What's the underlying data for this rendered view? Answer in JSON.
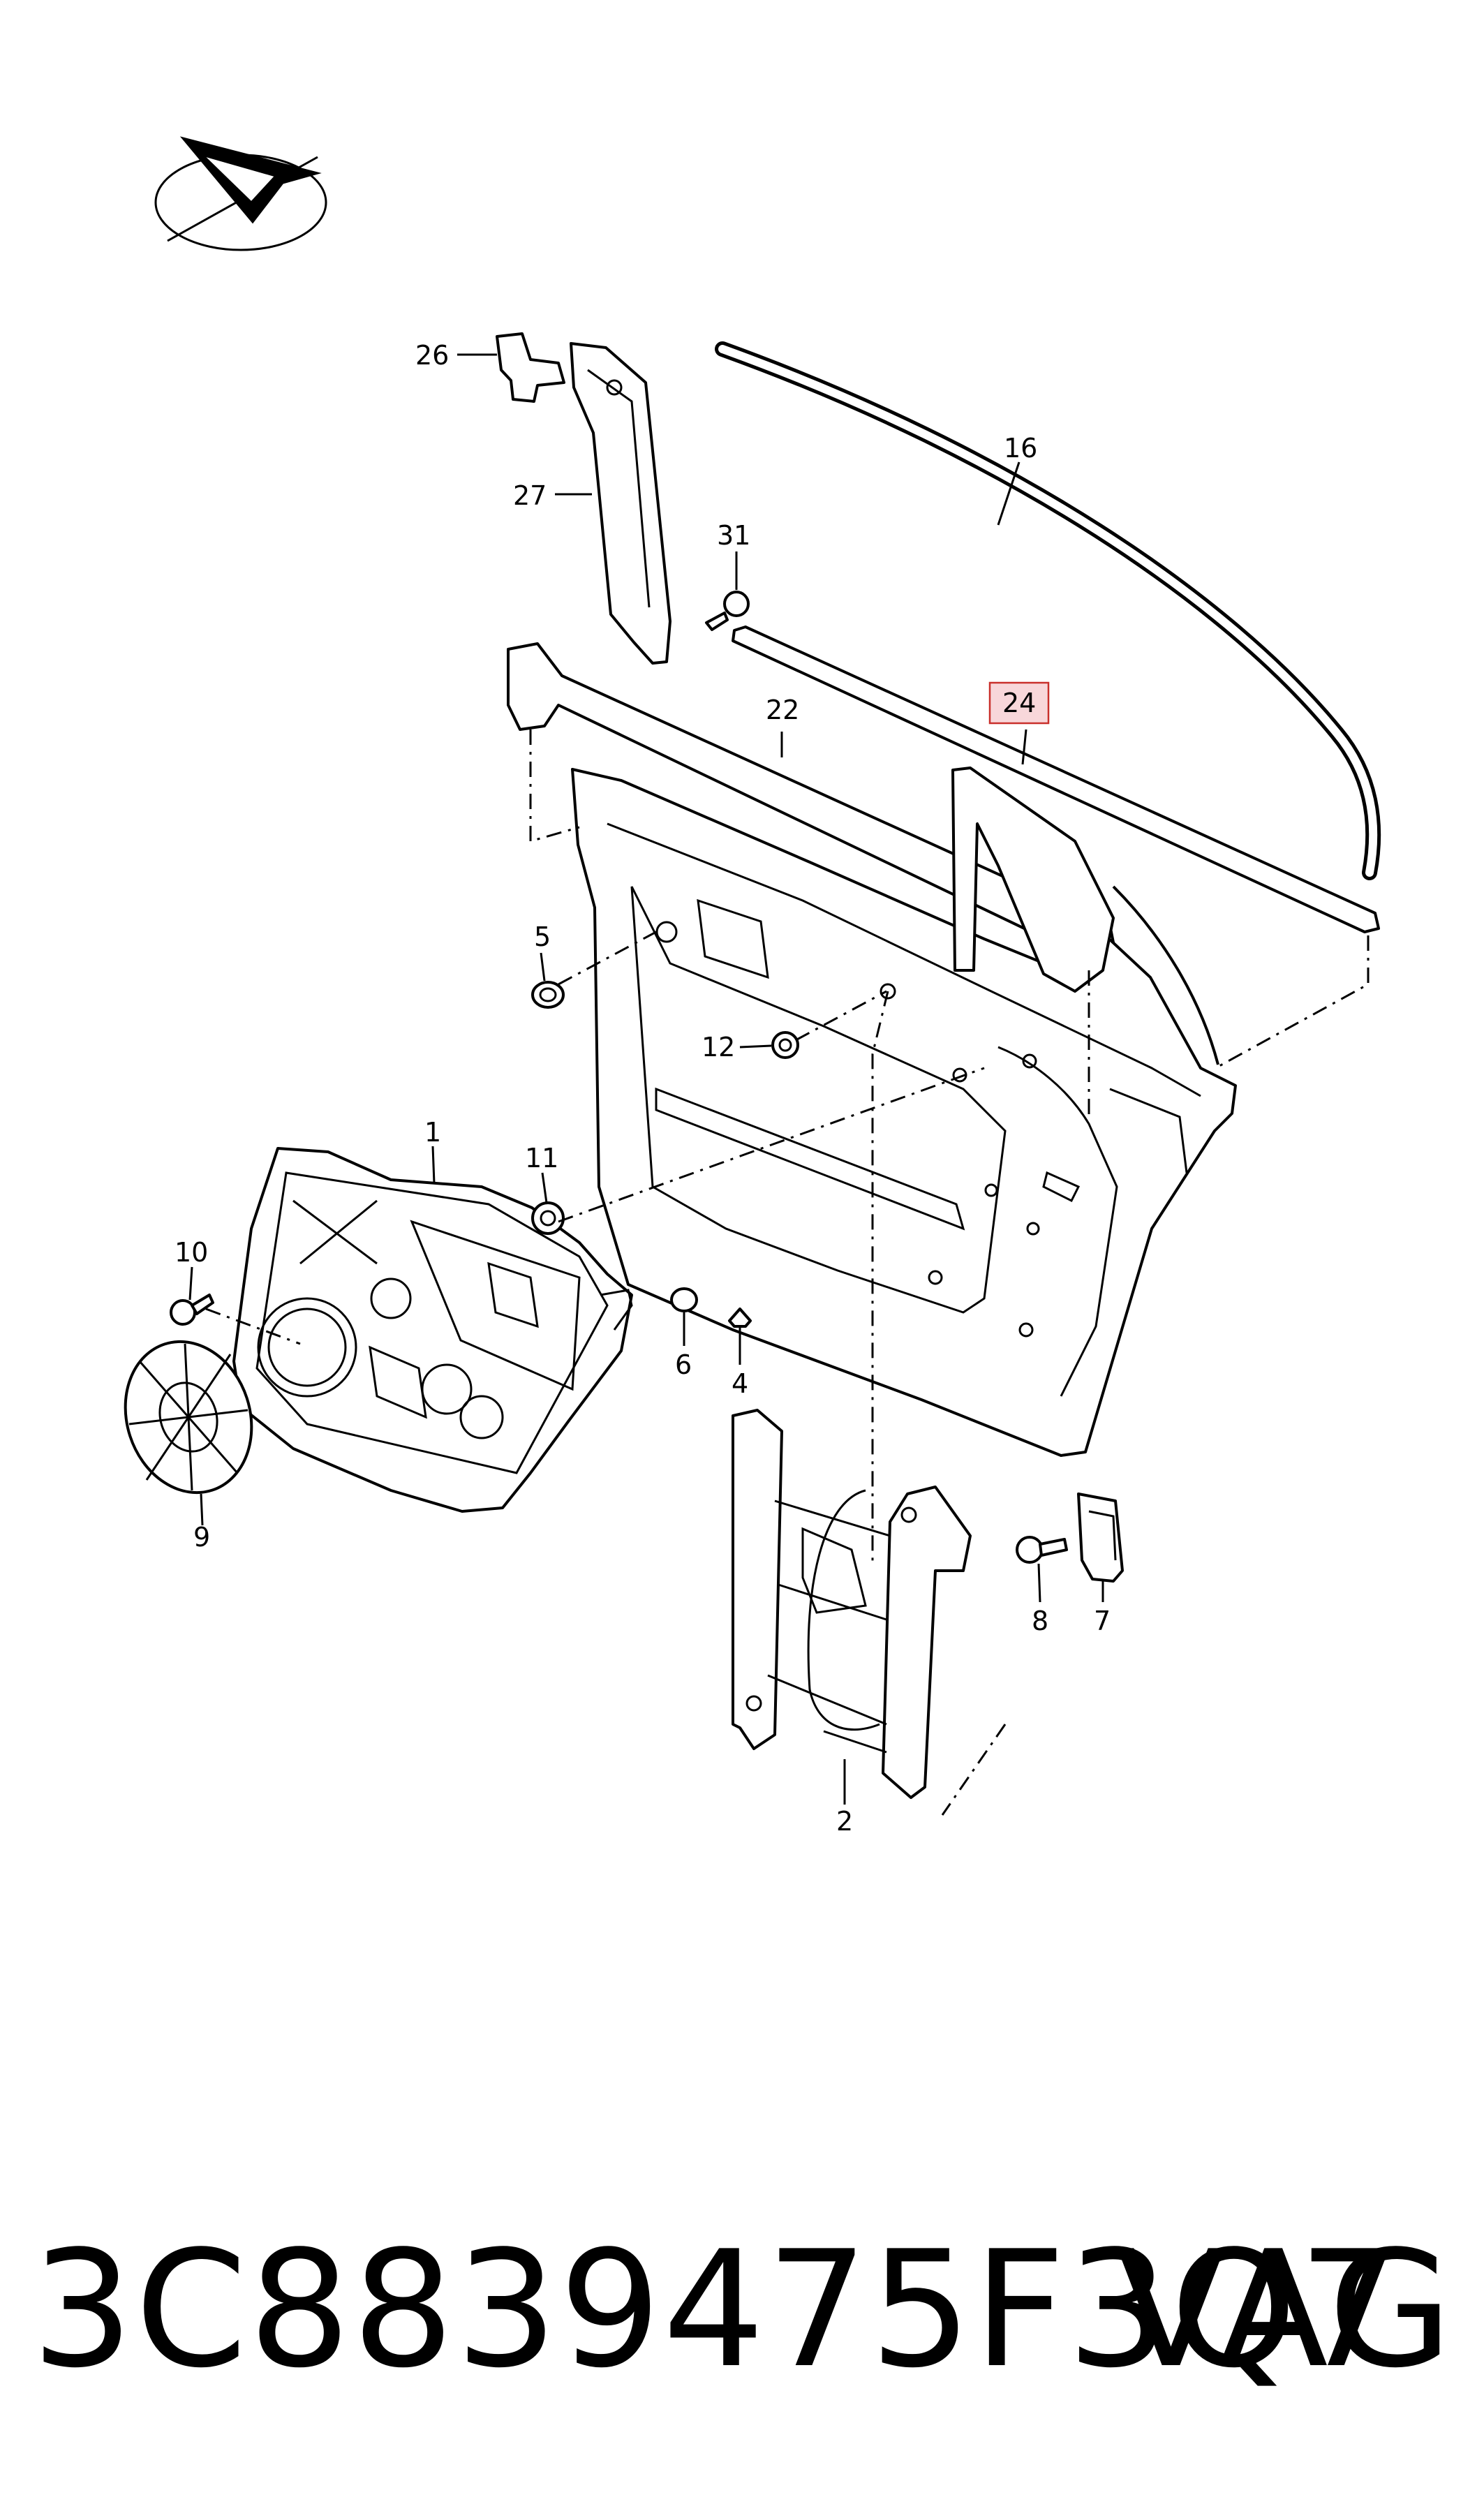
{
  "callouts": {
    "c1": "1",
    "c2": "2",
    "c4": "4",
    "c5": "5",
    "c6": "6",
    "c7": "7",
    "c8": "8",
    "c9": "9",
    "c10": "10",
    "c11": "11",
    "c12": "12",
    "c16": "16",
    "c22": "22",
    "c24": "24",
    "c26": "26",
    "c27": "27",
    "c31": "31"
  },
  "highlighted_callout": "24",
  "part_number": "3C8839475F3Q7",
  "brand": "VAG",
  "icons": {
    "orientation": "front-direction-arrow-icon"
  },
  "colors": {
    "line": "#000000",
    "highlight_fill": "#f8d7da",
    "highlight_border": "#c9302c"
  }
}
